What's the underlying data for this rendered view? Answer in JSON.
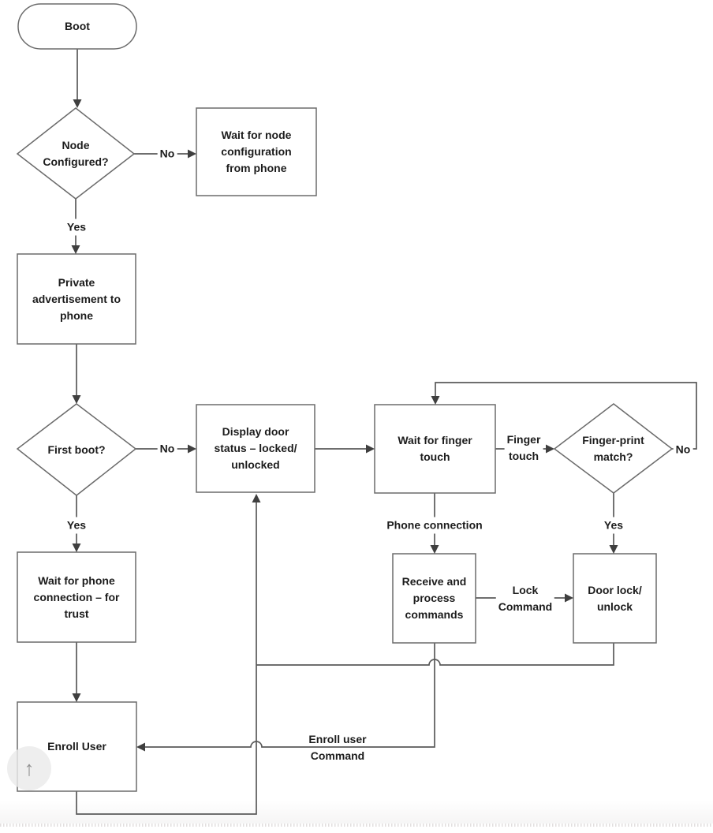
{
  "diagram": {
    "nodes": {
      "boot": {
        "type": "terminator",
        "label": "Boot"
      },
      "node_configured": {
        "type": "decision",
        "label": "Node\nConfigured?"
      },
      "wait_node_config": {
        "type": "process",
        "label": "Wait for node\nconfiguration\nfrom phone"
      },
      "private_advertisement": {
        "type": "process",
        "label": "Private\nadvertisement to\nphone"
      },
      "first_boot": {
        "type": "decision",
        "label": "First boot?"
      },
      "display_door_status": {
        "type": "process",
        "label": "Display door\nstatus – locked/\nunlocked"
      },
      "wait_finger_touch": {
        "type": "process",
        "label": "Wait for finger\ntouch"
      },
      "fingerprint_match": {
        "type": "decision",
        "label": "Finger-print\nmatch?"
      },
      "wait_phone_connection": {
        "type": "process",
        "label": "Wait for phone\nconnection – for\ntrust"
      },
      "receive_process_commands": {
        "type": "process",
        "label": "Receive and\nprocess\ncommands"
      },
      "door_lock_unlock": {
        "type": "process",
        "label": "Door lock/\nunlock"
      },
      "enroll_user": {
        "type": "process",
        "label": "Enroll User"
      }
    },
    "edges": [
      {
        "from": "boot",
        "to": "node_configured",
        "label": ""
      },
      {
        "from": "node_configured",
        "to": "wait_node_config",
        "label": "No"
      },
      {
        "from": "node_configured",
        "to": "private_advertisement",
        "label": "Yes"
      },
      {
        "from": "private_advertisement",
        "to": "first_boot",
        "label": ""
      },
      {
        "from": "first_boot",
        "to": "display_door_status",
        "label": "No"
      },
      {
        "from": "first_boot",
        "to": "wait_phone_connection",
        "label": "Yes"
      },
      {
        "from": "display_door_status",
        "to": "wait_finger_touch",
        "label": ""
      },
      {
        "from": "wait_finger_touch",
        "to": "fingerprint_match",
        "label": "Finger\ntouch"
      },
      {
        "from": "fingerprint_match",
        "to": "wait_finger_touch",
        "label": "No"
      },
      {
        "from": "wait_finger_touch",
        "to": "receive_process_commands",
        "label": "Phone connection"
      },
      {
        "from": "fingerprint_match",
        "to": "door_lock_unlock",
        "label": "Yes"
      },
      {
        "from": "receive_process_commands",
        "to": "door_lock_unlock",
        "label": "Lock\nCommand"
      },
      {
        "from": "door_lock_unlock",
        "to": "display_door_status",
        "label": ""
      },
      {
        "from": "receive_process_commands",
        "to": "enroll_user",
        "label": "Enroll user\nCommand"
      },
      {
        "from": "wait_phone_connection",
        "to": "enroll_user",
        "label": ""
      },
      {
        "from": "enroll_user",
        "to": "display_door_status",
        "label": ""
      }
    ]
  },
  "colors": {
    "connector": "#5a5a5a",
    "shape_border": "#6b6b6b",
    "shape_fill": "#ffffff",
    "text": "#1c1c1c",
    "divider": "#e2dfdf"
  },
  "scroll_top_button": {
    "icon": "↑"
  }
}
